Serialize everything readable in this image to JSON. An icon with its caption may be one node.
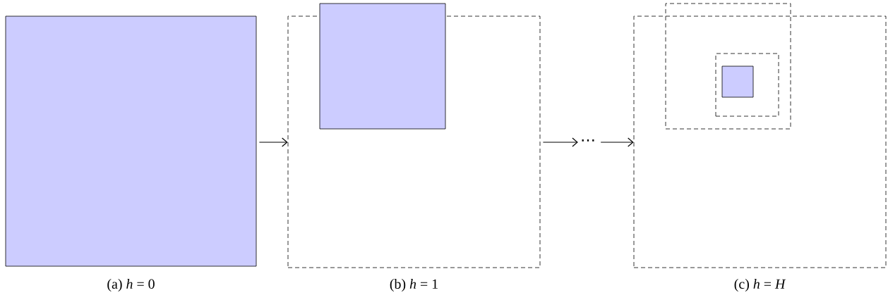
{
  "diagram": {
    "nodes": [
      {
        "text": [],
        "shape": "box",
        "beside": [
          "(a) *h* = 0"
        ]
      },
      {
        "text": [],
        "shape": "box",
        "beside": [
          "(b) *h* = 1"
        ]
      },
      {
        "text": [],
        "shape": "box"
      },
      {
        "text": [
          "⋯"
        ]
      },
      {
        "text": [],
        "shape": "box",
        "beside": [
          "(c) *h* = *H*"
        ]
      },
      {
        "text": [],
        "shape": "box"
      },
      {
        "text": [],
        "shape": "box",
        "in": 5
      },
      {
        "text": [],
        "shape": "box",
        "in": 6
      }
    ],
    "edges": [
      {
        "from": 0,
        "to": 1,
        "arrow": "to"
      },
      {
        "from": 1,
        "to": 3,
        "arrow": "to"
      },
      {
        "from": 3,
        "to": 4,
        "arrow": "to"
      }
    ]
  }
}
